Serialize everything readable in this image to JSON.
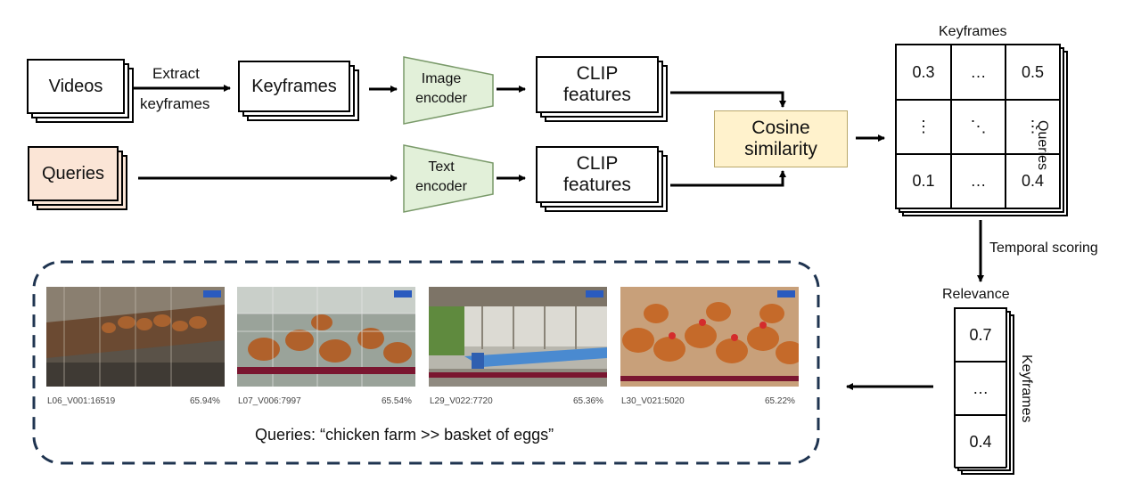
{
  "videos_label": "Videos",
  "extract_label_1": "Extract",
  "extract_label_2": "keyframes",
  "keyframes_box": "Keyframes",
  "image_encoder_1": "Image",
  "image_encoder_2": "encoder",
  "text_encoder_1": "Text",
  "text_encoder_2": "encoder",
  "clip_features_1": "CLIP",
  "clip_features_2": "features",
  "queries_label": "Queries",
  "cosine_1": "Cosine",
  "cosine_2": "similarity",
  "matrix": {
    "top_label": "Keyframes",
    "side_label": "Queries",
    "cells": [
      [
        "0.3",
        "…",
        "0.5"
      ],
      [
        "⋮",
        "⋱",
        "⋮"
      ],
      [
        "0.1",
        "…",
        "0.4"
      ]
    ]
  },
  "temporal_label": "Temporal scoring",
  "relevance": {
    "title": "Relevance",
    "side_label": "Keyframes",
    "cells": [
      "0.7",
      "…",
      "0.4"
    ]
  },
  "results": [
    {
      "id": "L06_V001:16519",
      "score": "65.94%"
    },
    {
      "id": "L07_V006:7997",
      "score": "65.54%"
    },
    {
      "id": "L29_V022:7720",
      "score": "65.36%"
    },
    {
      "id": "L30_V021:5020",
      "score": "65.22%"
    }
  ],
  "query_caption": "Queries: “chicken farm >> basket of eggs”",
  "colors": {
    "queries_fill": "#fbe5d6",
    "encoder_fill": "#e2f0d9",
    "cosine_fill": "#fff2cc",
    "dashed_border": "#1f3450"
  }
}
